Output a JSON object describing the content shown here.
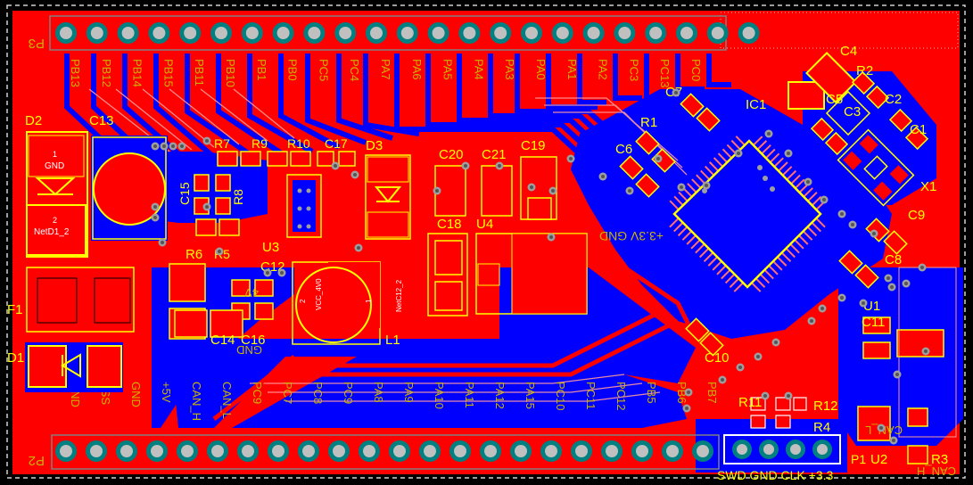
{
  "board": {
    "colors": {
      "board": "#000000",
      "top_copper": "#ff0000",
      "bottom_copper": "#0000ff",
      "silk": "#ffff00",
      "pad": "#c0c0c0",
      "via": "#9e9e9e",
      "keepout": "#d0d0d0",
      "pin_teal": "#008080"
    }
  },
  "connectors": {
    "p3": {
      "designator": "P3",
      "pin_labels": [
        "PB13",
        "PB12",
        "PB14",
        "PB15",
        "PB11",
        "PB10",
        "PB1",
        "PB0",
        "PC5",
        "PC4",
        "PA7",
        "PA6",
        "PA5",
        "PA4",
        "PA3",
        "PA0",
        "PA1",
        "PA2",
        "PC3",
        "PC13",
        "PC0"
      ]
    },
    "p2": {
      "designator": "P2",
      "pin_labels": [
        "GND",
        "VSS",
        "GND",
        "+5V",
        "CAN_H",
        "CAN_L",
        "PC9",
        "PC7",
        "PC8",
        "PC9",
        "PA8",
        "PA9",
        "PA10",
        "PA11",
        "PA12",
        "PA15",
        "PC10",
        "PC11",
        "PC12",
        "PB5",
        "PB6",
        "PB7"
      ]
    },
    "p1": {
      "designator": "P1",
      "label": "SWD GND CLK +3.3"
    }
  },
  "components": [
    {
      "id": "D2",
      "label": "D2"
    },
    {
      "id": "C13",
      "label": "C13"
    },
    {
      "id": "F1",
      "label": "F1"
    },
    {
      "id": "D1",
      "label": "D1"
    },
    {
      "id": "R7",
      "label": "R7"
    },
    {
      "id": "R9",
      "label": "R9"
    },
    {
      "id": "R10",
      "label": "R10"
    },
    {
      "id": "C17",
      "label": "C17"
    },
    {
      "id": "D3",
      "label": "D3"
    },
    {
      "id": "C15",
      "label": "C15"
    },
    {
      "id": "R8",
      "label": "R8"
    },
    {
      "id": "R5",
      "label": "R5"
    },
    {
      "id": "R6",
      "label": "R6"
    },
    {
      "id": "U3",
      "label": "U3"
    },
    {
      "id": "C12",
      "label": "C12"
    },
    {
      "id": "C14",
      "label": "C14"
    },
    {
      "id": "C16",
      "label": "C16"
    },
    {
      "id": "L1",
      "label": "L1"
    },
    {
      "id": "C20",
      "label": "C20"
    },
    {
      "id": "C21",
      "label": "C21"
    },
    {
      "id": "C19",
      "label": "C19"
    },
    {
      "id": "C18",
      "label": "C18"
    },
    {
      "id": "U4",
      "label": "U4"
    },
    {
      "id": "IC1",
      "label": "IC1"
    },
    {
      "id": "C7",
      "label": "C7"
    },
    {
      "id": "R1",
      "label": "R1"
    },
    {
      "id": "C6",
      "label": "C6"
    },
    {
      "id": "C4",
      "label": "C4"
    },
    {
      "id": "R2",
      "label": "R2"
    },
    {
      "id": "C5",
      "label": "C5"
    },
    {
      "id": "C3",
      "label": "C3"
    },
    {
      "id": "C2",
      "label": "C2"
    },
    {
      "id": "C1",
      "label": "C1"
    },
    {
      "id": "X1",
      "label": "X1"
    },
    {
      "id": "C9",
      "label": "C9"
    },
    {
      "id": "C8",
      "label": "C8"
    },
    {
      "id": "U1",
      "label": "U1"
    },
    {
      "id": "C11",
      "label": "C11"
    },
    {
      "id": "C10",
      "label": "C10"
    },
    {
      "id": "R11",
      "label": "R11"
    },
    {
      "id": "R12",
      "label": "R12"
    },
    {
      "id": "R4",
      "label": "R4"
    },
    {
      "id": "U2",
      "label": "U2"
    },
    {
      "id": "R3",
      "label": "R3"
    }
  ],
  "pad_text": {
    "d2_pin1": "1",
    "d2_pin1_net": "GND",
    "d2_pin2": "2",
    "d2_pin2_net": "NetD1_2",
    "l1_pin2": "2",
    "l1_pin2_net": "VCC_4V0",
    "l1_pin1": "1",
    "l1_pin1_net": "NetC12_2"
  },
  "bottom_silk": {
    "power_label": "+3.3V GND",
    "v4_label": "4V",
    "gnd_label": "GND",
    "can_l_label": "CAN_L",
    "can_h_label": "CAN_H"
  }
}
